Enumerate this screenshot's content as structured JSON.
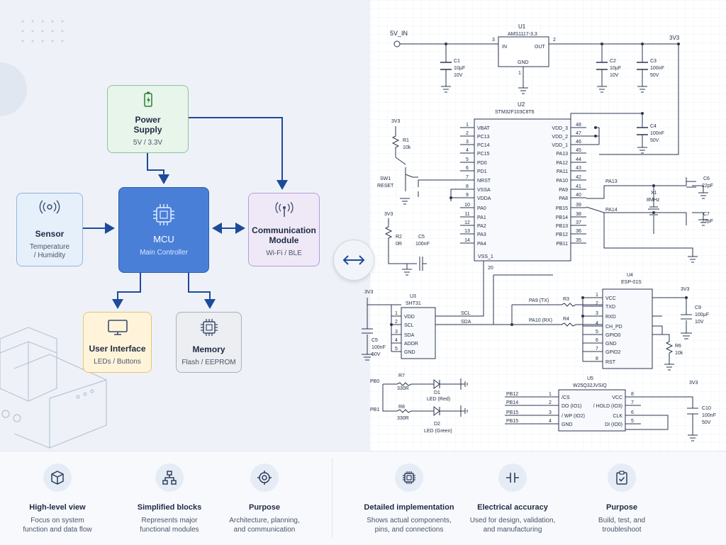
{
  "blocks": {
    "power": {
      "title": "Power\nSupply",
      "sub": "5V / 3.3V"
    },
    "sensor": {
      "title": "Sensor",
      "sub": "Temperature\n/ Humidity"
    },
    "mcu": {
      "title": "MCU",
      "sub": "Main Controller"
    },
    "comm": {
      "title": "Communication\nModule",
      "sub": "Wi-Fi / BLE"
    },
    "ui": {
      "title": "User Interface",
      "sub": "LEDs / Buttons"
    },
    "memory": {
      "title": "Memory",
      "sub": "Flash / EEPROM"
    }
  },
  "schematic": {
    "net_5v": "5V_IN",
    "net_3v3": "3V3",
    "u1": {
      "ref": "U1",
      "part": "AMS1117-3.3",
      "in": "IN",
      "out": "OUT",
      "gnd": "GND",
      "p3": "3",
      "p2": "2",
      "p1": "1"
    },
    "c1": [
      "C1",
      "10µF",
      "10V"
    ],
    "c2": [
      "C2",
      "10µF",
      "10V"
    ],
    "c3": [
      "C3",
      "100nF",
      "50V"
    ],
    "c4": [
      "C4",
      "100nF",
      "50V"
    ],
    "u2": {
      "ref": "U2",
      "part": "STM32F103C8T6",
      "left_pins": [
        [
          "1",
          "VBAT"
        ],
        [
          "2",
          "PC13"
        ],
        [
          "3",
          "PC14"
        ],
        [
          "4",
          "PC15"
        ],
        [
          "5",
          "PD0"
        ],
        [
          "6",
          "PD1"
        ],
        [
          "7",
          "NRST"
        ],
        [
          "8",
          "VSSA"
        ],
        [
          "9",
          "VDDA"
        ],
        [
          "10",
          "PA0"
        ],
        [
          "11",
          "PA1"
        ],
        [
          "12",
          "PA2"
        ],
        [
          "13",
          "PA3"
        ],
        [
          "14",
          "PA4"
        ]
      ],
      "right_pins": [
        [
          "48",
          "VDD_3"
        ],
        [
          "47",
          "VDD_2"
        ],
        [
          "46",
          "VDD_1"
        ],
        [
          "45",
          "PA13"
        ],
        [
          "44",
          "PA12"
        ],
        [
          "43",
          "PA11"
        ],
        [
          "42",
          "PA10"
        ],
        [
          "41",
          "PA9"
        ],
        [
          "40",
          "PA8"
        ],
        [
          "39",
          "PB15"
        ],
        [
          "38",
          "PB14"
        ],
        [
          "37",
          "PB13"
        ],
        [
          "36",
          "PB12"
        ],
        [
          "35",
          "PB11"
        ]
      ],
      "vss": "VSS_1",
      "p20": "20"
    },
    "r1": [
      "R1",
      "10k"
    ],
    "sw1": [
      "SW1",
      "RESET"
    ],
    "r2": [
      "R2",
      "0R"
    ],
    "c5": [
      "C5",
      "100nF"
    ],
    "c6": [
      "C6",
      "22pF"
    ],
    "c7": [
      "C7",
      "22pF"
    ],
    "x1": [
      "X1",
      "8MHz"
    ],
    "pa13": "PA13",
    "pa14": "PA14",
    "u3": {
      "ref": "U3",
      "part": "SHT31",
      "pins": [
        [
          "1",
          "VDD"
        ],
        [
          "2",
          "SCL"
        ],
        [
          "3",
          "SDA"
        ],
        [
          "4",
          "ADDR"
        ],
        [
          "5",
          "GND"
        ]
      ]
    },
    "c5b": [
      "C5",
      "100nF",
      "50V"
    ],
    "scl": "SCL",
    "sda": "SDA",
    "u4": {
      "ref": "U4",
      "part": "ESP-01S",
      "pins": [
        [
          "1",
          "VCC"
        ],
        [
          "2",
          "TXD"
        ],
        [
          "3",
          "RXD"
        ],
        [
          "4",
          "CH_PD"
        ],
        [
          "5",
          "GPIO0"
        ],
        [
          "6",
          "GND"
        ],
        [
          "7",
          "GPIO2"
        ],
        [
          "8",
          "RST"
        ]
      ]
    },
    "r3": "R3",
    "r4": "R4",
    "pa9tx": "PA9 (TX)",
    "pa10rx": "PA10 (RX)",
    "c9": [
      "C9",
      "100µF",
      "10V"
    ],
    "r6": [
      "R6",
      "10k"
    ],
    "pb0": "PB0",
    "pb1": "PB1",
    "r7": [
      "R7",
      "330R"
    ],
    "r8": [
      "R8",
      "330R"
    ],
    "d1": [
      "D1",
      "LED (Red)"
    ],
    "d2": [
      "D2",
      "LED (Green)"
    ],
    "u5": {
      "ref": "U5",
      "part": "W25Q32JVSIQ",
      "left": [
        [
          "1",
          "/CS",
          "PB12"
        ],
        [
          "2",
          "DO (IO1)",
          "PB14"
        ],
        [
          "3",
          "/ WP (IO2)",
          "PB15"
        ],
        [
          "4",
          "GND",
          "PB15"
        ]
      ],
      "right": [
        [
          "8",
          "VCC"
        ],
        [
          "7",
          "/ HOLD (IO3)"
        ],
        [
          "6",
          "CLK"
        ],
        [
          "5",
          "DI (IO0)"
        ]
      ]
    },
    "c10": [
      "C10",
      "100nF",
      "50V"
    ]
  },
  "cards": [
    {
      "title": "High-level view",
      "desc": "Focus on system\nfunction and data flow",
      "icon": "cube-icon"
    },
    {
      "title": "Simplified blocks",
      "desc": "Represents major\nfunctional modules",
      "icon": "hierarchy-icon"
    },
    {
      "title": "Purpose",
      "desc": "Architecture, planning,\nand communication",
      "icon": "target-icon"
    },
    {
      "title": "Detailed implementation",
      "desc": "Shows actual components,\npins, and connections",
      "icon": "chip-icon"
    },
    {
      "title": "Electrical accuracy",
      "desc": "Used for design, validation,\nand manufacturing",
      "icon": "capacitor-icon"
    },
    {
      "title": "Purpose",
      "desc": "Build, test, and\ntroubleshoot",
      "icon": "clipboard-check-icon"
    }
  ],
  "colors": {
    "accent": "#4a7fd8",
    "power": "#e7f5ea",
    "sensor": "#e6f0fb",
    "comm": "#efe9f7",
    "ui": "#fff4da",
    "memory": "#eceef2",
    "wire": "#2a3550",
    "arrow": "#1e4a9a"
  }
}
